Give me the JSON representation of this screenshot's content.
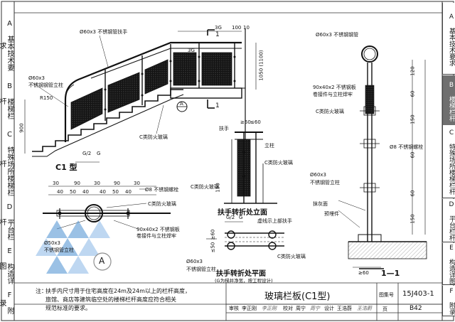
{
  "left_tabs": [
    {
      "letter": "A",
      "label": "基本技术要求"
    },
    {
      "letter": "B",
      "label": "楼梯栏杆"
    },
    {
      "letter": "C",
      "label": "特殊场所楼梯栏杆"
    },
    {
      "letter": "D",
      "label": "平台栏杆"
    },
    {
      "letter": "E",
      "label": "构造详图"
    },
    {
      "letter": "F",
      "label": "附录"
    }
  ],
  "right_tabs": [
    {
      "letter": "A",
      "label": "基本技术要求",
      "active": false
    },
    {
      "letter": "B",
      "label": "楼梯栏杆",
      "active": true
    },
    {
      "letter": "C",
      "label": "特殊场所楼梯栏杆",
      "active": false
    },
    {
      "letter": "D",
      "label": "平台栏杆",
      "active": false
    },
    {
      "letter": "E",
      "label": "构造详图",
      "active": false
    },
    {
      "letter": "F",
      "label": "附录",
      "active": false
    }
  ],
  "main_elevation": {
    "labels": {
      "handrail": "Ø60x3 不锈钢管扶手",
      "post": "Ø60x3",
      "post2": "不锈钢钢管立柱",
      "r150": "R150",
      "h900": "900",
      "h1050": "1050 (1100)",
      "d3g": "3G",
      "d100": "100",
      "d10": "10",
      "glass": "C类防火玻璃",
      "g2": "G/2",
      "g": "G",
      "section1": "1",
      "section1b": "1",
      "detail_a": "A",
      "type": "C1 型"
    }
  },
  "plan_detail": {
    "dims": [
      "30",
      "90",
      "30",
      "90",
      "30",
      "40",
      "50",
      "40",
      "40",
      "50",
      "40"
    ],
    "labels": {
      "bolt": "Ø8 不锈钢螺栓",
      "glass": "C类防火玻璃",
      "tube": "Ø50x3",
      "tube2": "不锈钢管立柱",
      "plate": "90x40x2 不锈钢板",
      "plate2": "卷接件与立柱焊牢",
      "callout": "A"
    }
  },
  "turn_elevation": {
    "title": "扶手转折处立面",
    "labels": {
      "handrail": "扶手",
      "d60": "≥60",
      "d60b": "≤60",
      "post": "立柱",
      "glass1": "C类防火玻璃",
      "glass2": "C类防火玻璃",
      "d150": "150"
    }
  },
  "turn_plan": {
    "title": "扶手转折处平面",
    "note": "(G为梯井净宽，按工程设计)",
    "labels": {
      "g2": "G/2",
      "g": "G",
      "upper": "虚线示上部扶手",
      "d60": "≥60",
      "d50": "≤50",
      "tube": "Ø60x3",
      "tube2": "不锈钢管立柱",
      "glass": "C类防火玻璃"
    }
  },
  "section_11": {
    "title": "1—1",
    "labels": {
      "top": "Ø60x3 不锈钢钢管",
      "plate": "90x40x2 不锈钢板",
      "plate2": "卷接件与立柱焊牢",
      "glass": "C类防火玻璃",
      "bolt": "Ø8 不锈钢螺栓",
      "post": "Ø60x3",
      "post2": "不锈钢管立柱",
      "finish": "抹灰面",
      "embed": "预埋件",
      "d60": "≥60",
      "dims": [
        "120",
        "60",
        "150",
        "60",
        "60",
        "150"
      ]
    }
  },
  "note": {
    "label": "注：",
    "lines": [
      "扶手内尺寸用于住宅高度在24m及24m以上的栏杆高度，",
      "旅馆、商店等建筑临空处的楼梯栏杆高度应符合相关",
      "规范标准的要求。"
    ]
  },
  "title_block": {
    "title": "玻璃栏板(C1型)",
    "atlas_label": "图集号",
    "atlas_no": "15J403-1",
    "page_label": "页",
    "page_no": "B42",
    "sign_row": [
      "审核",
      "李正刚",
      "李正刚",
      "校对",
      "周宁",
      "周宁",
      "设计",
      "王浩蔚",
      "王浩蔚"
    ]
  },
  "watermark": {
    "letter": "A"
  }
}
